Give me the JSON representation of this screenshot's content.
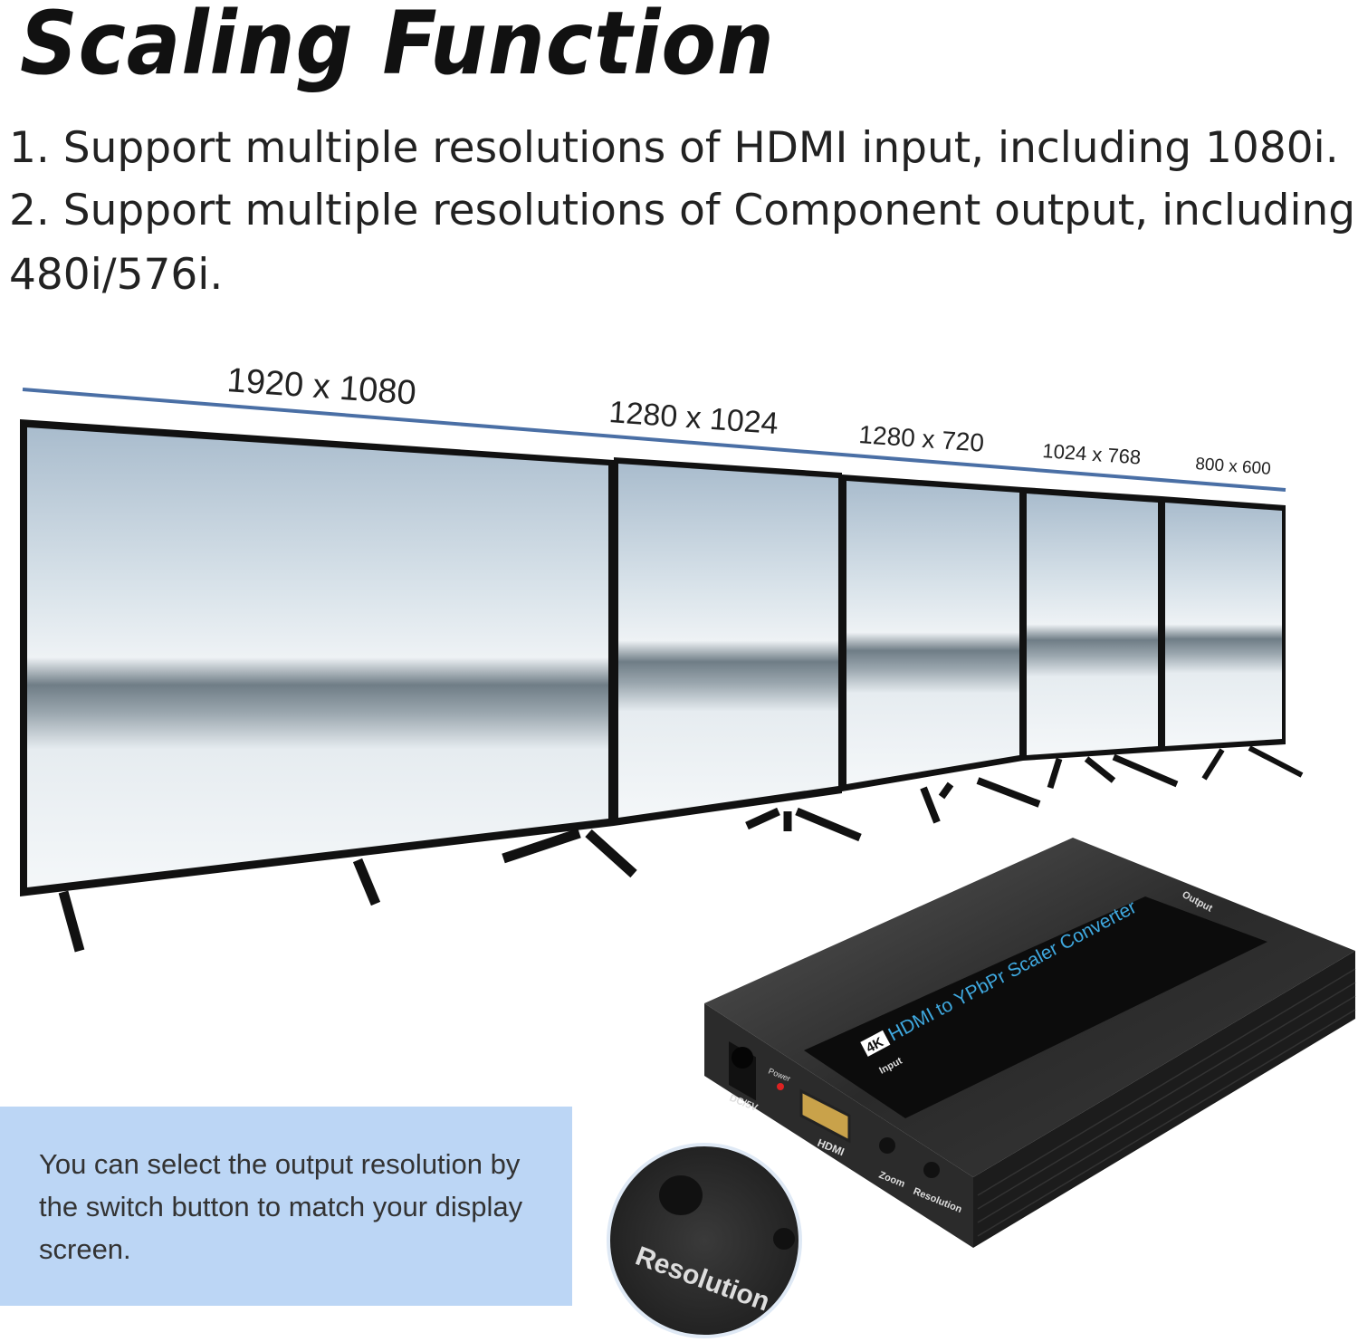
{
  "heading": "Scaling Function",
  "features": [
    "1. Support multiple resolutions of HDMI input, including 1080i.",
    "2. Support multiple resolutions of Component output, including",
    "480i/576i."
  ],
  "resolutions": [
    "1920 x 1080",
    "1280 x 1024",
    "1280 x 720",
    "1024 x 768",
    "800 x 600"
  ],
  "device": {
    "name": "HDMI to YPbPr Scaler Converter",
    "badge": "4K",
    "labels": {
      "input": "Input",
      "output": "Output",
      "power": "Power",
      "dc": "DC/5V",
      "hdmi": "HDMI",
      "zoom": "Zoom",
      "resolution": "Resolution"
    }
  },
  "callout": {
    "text": "You can select the output resolution by the switch button to match your display screen.",
    "zoom_label": "Resolution"
  },
  "colors": {
    "accent_line": "#4a6fa5",
    "callout_bg": "#bcd6f5",
    "device_text": "#3fa9e0"
  }
}
